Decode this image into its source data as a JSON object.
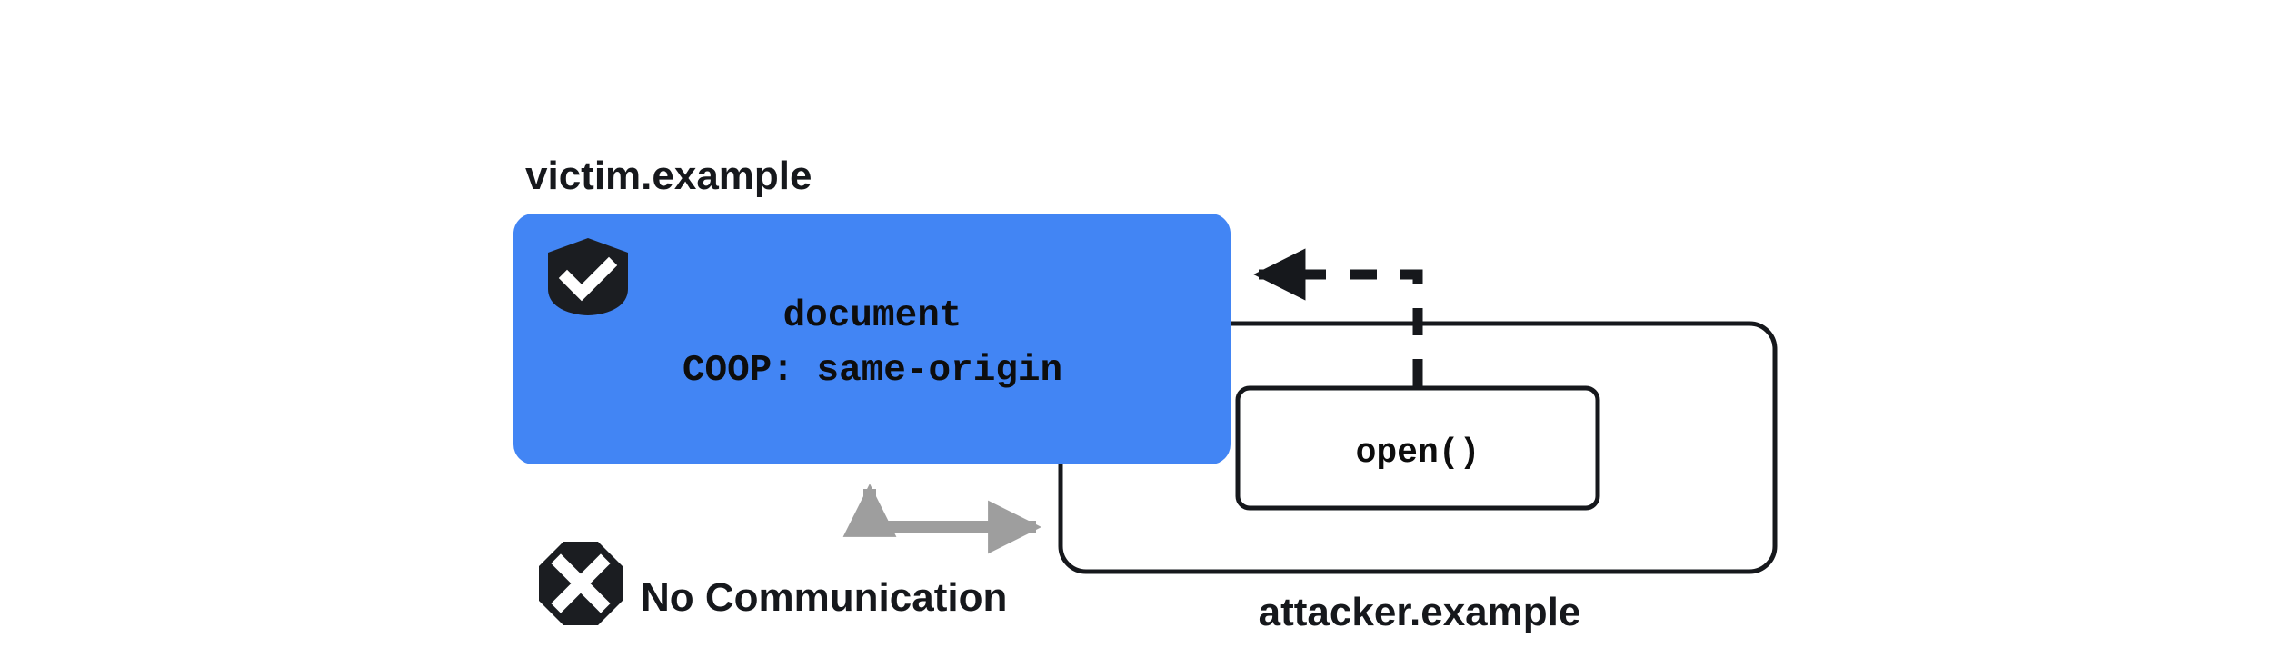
{
  "diagram": {
    "title_hidden": "",
    "background_color": "#ffffff",
    "victim": {
      "label": "victim.example",
      "box_color": "#4285f4",
      "shield_icon": "shield-check-icon",
      "document_label": "document",
      "coop_header": "COOP: same-origin"
    },
    "attacker": {
      "label": "attacker.example",
      "frame_color": "#16181c",
      "open_call": "open()"
    },
    "no_communication": {
      "label": "No Communication",
      "icon": "octagon-x-icon",
      "arrow_color": "#9e9e9e"
    },
    "open_arrow": {
      "style": "dashed",
      "color": "#16181c",
      "direction": "right-to-left"
    }
  }
}
